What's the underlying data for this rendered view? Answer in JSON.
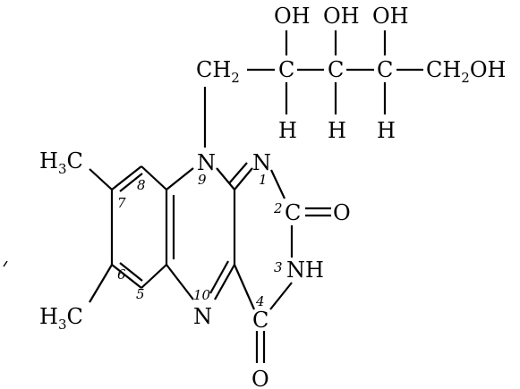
{
  "atoms": {
    "oh1": "OH",
    "oh2": "OH",
    "oh3": "OH",
    "ch2_ch": "CH",
    "ch2_sub": "2",
    "c1": "C",
    "c2": "C",
    "c3": "C",
    "ch2oh_ch": "CH",
    "ch2oh_sub": "2",
    "ch2oh_oh": "OH",
    "h1": "H",
    "h2": "H",
    "h3": "H",
    "n9": "N",
    "n1": "N",
    "c2ring": "C",
    "o2": "O",
    "nh3": "NH",
    "c4": "C",
    "o4": "O",
    "n10": "N",
    "me7_h": "H",
    "me7_sub": "3",
    "me7_c": "C",
    "me6_h": "H",
    "me6_sub": "3",
    "me6_c": "C"
  },
  "locants": {
    "l1": "1",
    "l2": "2",
    "l3": "3",
    "l4": "4",
    "l5": "5",
    "l6": "6",
    "l7": "7",
    "l8": "8",
    "l9": "9",
    "l10": "10"
  }
}
